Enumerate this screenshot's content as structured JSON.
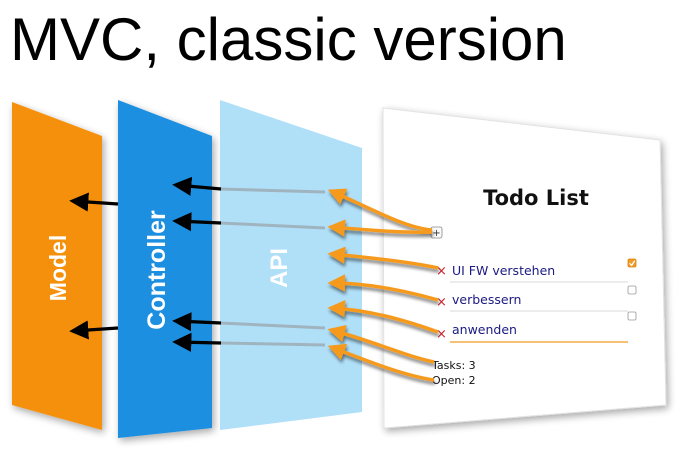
{
  "slide": {
    "title": "MVC, classic version"
  },
  "layers": {
    "model": {
      "label": "Model",
      "color": "#f5900a"
    },
    "controller": {
      "label": "Controller",
      "color": "#1b8fe0"
    },
    "api": {
      "label": "API",
      "color": "#a9dcf7"
    }
  },
  "todo_app": {
    "title": "Todo List",
    "add_button": "+",
    "delete_symbol": "×",
    "items": [
      {
        "text": "UI FW verstehen",
        "done": true
      },
      {
        "text": "verbessern",
        "done": false
      },
      {
        "text": "anwenden",
        "done": false
      }
    ],
    "stats": {
      "tasks": "Tasks: 3",
      "open": "Open: 2"
    }
  },
  "colors": {
    "arrow_orange": "#f59a1e",
    "check_orange": "#f29b26"
  }
}
